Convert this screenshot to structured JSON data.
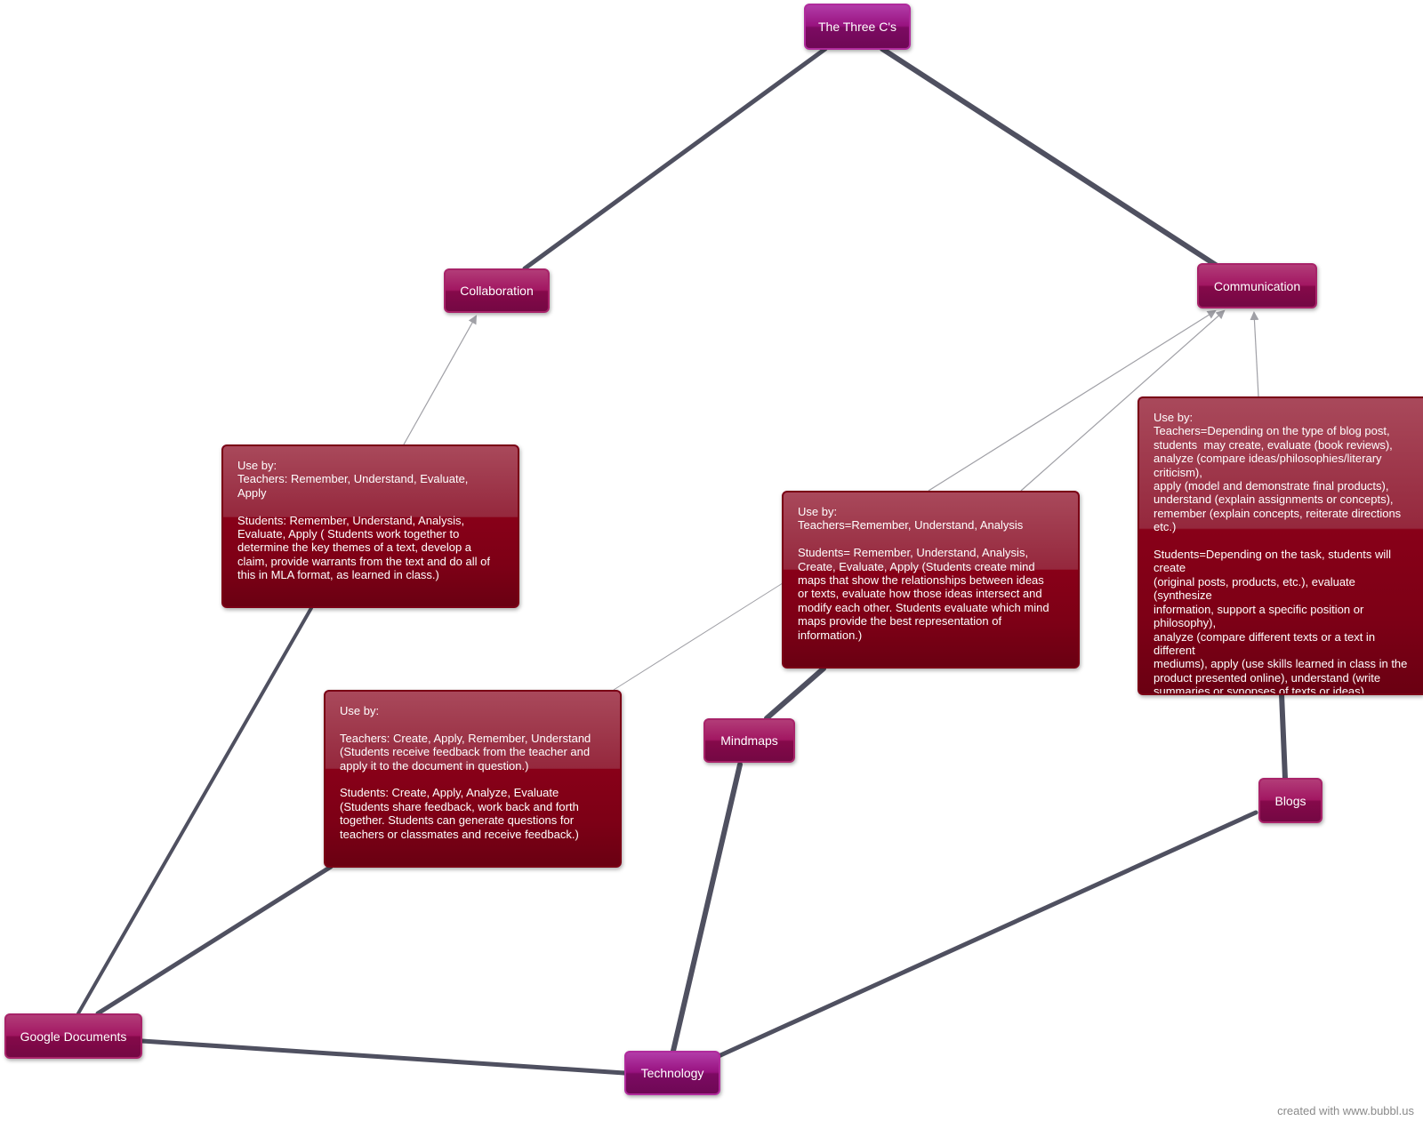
{
  "nodes": {
    "three_cs": "The Three C's",
    "collaboration": "Collaboration",
    "communication": "Communication",
    "google_documents": "Google Documents",
    "technology": "Technology",
    "mindmaps": "Mindmaps",
    "blogs": "Blogs"
  },
  "notes": {
    "collaboration": "Use by:\nTeachers: Remember, Understand, Evaluate,\nApply\n\nStudents: Remember, Understand, Analysis,\nEvaluate, Apply ( Students work together to\ndetermine the key themes of a text, develop a\nclaim, provide warrants from the text and do all of\nthis in MLA format, as learned in class.)",
    "google_documents": "Use by:\n\nTeachers: Create, Apply, Remember, Understand\n(Students receive feedback from the teacher and\napply it to the document in question.)\n\nStudents: Create, Apply, Analyze, Evaluate\n(Students share feedback, work back and forth\ntogether. Students can generate questions for\nteachers or classmates and receive feedback.)",
    "mindmaps": "Use by:\nTeachers=Remember, Understand, Analysis\n\nStudents= Remember, Understand, Analysis,\nCreate, Evaluate, Apply (Students create mind\nmaps that show the relationships between ideas\nor texts, evaluate how those ideas intersect and\nmodify each other. Students evaluate which mind\nmaps provide the best representation of\ninformation.)",
    "blogs": "Use by:\nTeachers=Depending on the type of blog post,\nstudents  may create, evaluate (book reviews),\nanalyze (compare ideas/philosophies/literary criticism),\napply (model and demonstrate final products),\nunderstand (explain assignments or concepts),\nremember (explain concepts, reiterate directions etc.)\n\nStudents=Depending on the task, students will create\n(original posts, products, etc.), evaluate (synthesize\ninformation, support a specific position or philosophy),\nanalyze (compare different texts or a text in different\nmediums), apply (use skills learned in class in the\nproduct presented online), understand (write\nsummaries or synopses of texts or ideas), remember\n(explain concepts, make outlines and study guides)."
  },
  "credit": "created with www.bubbl.us",
  "colors": {
    "purple_node": "#98127f",
    "magenta_node": "#a21762",
    "note_fill": "#880018",
    "link": "#4f5060",
    "arrow_link": "#a0a0a6"
  }
}
